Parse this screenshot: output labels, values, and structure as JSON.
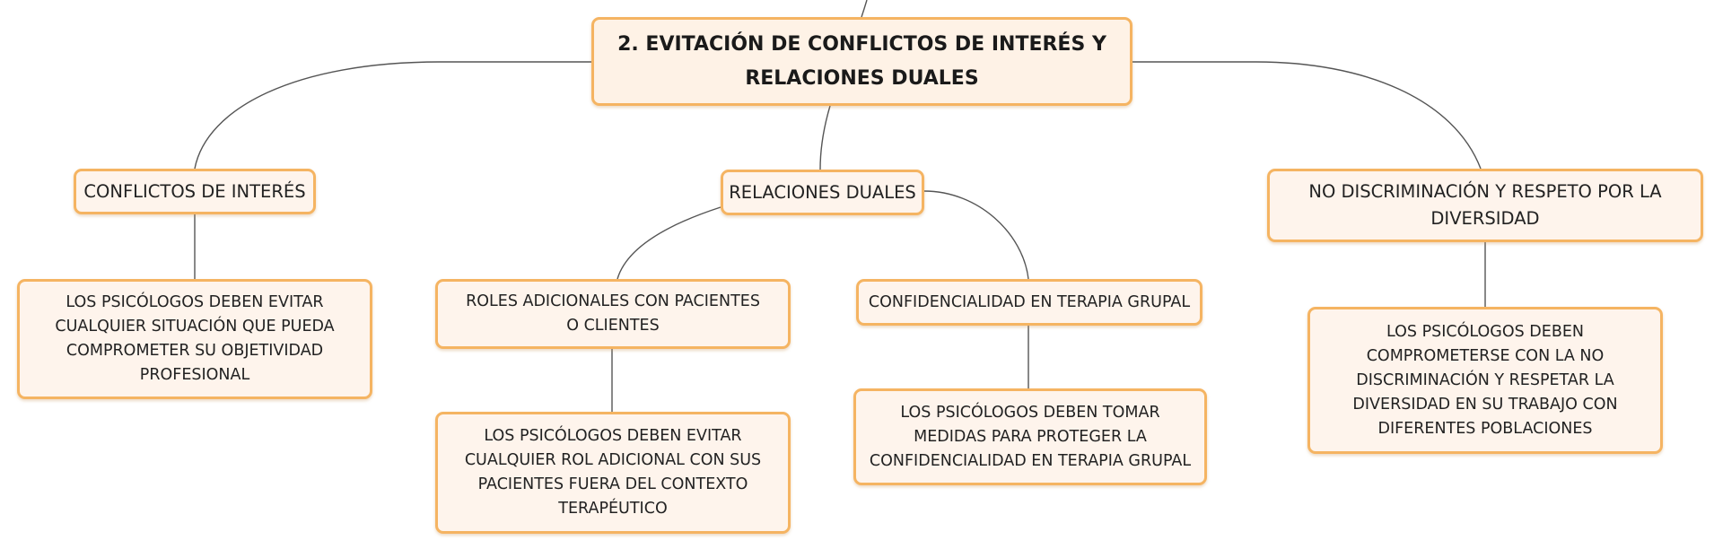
{
  "colors": {
    "node_fill": "#fef4ec",
    "node_border": "#f5b462",
    "connector": "#555555",
    "text": "#222222"
  },
  "root": {
    "title": "2. EVITACIÓN DE CONFLICTOS DE INTERÉS Y RELACIONES DUALES"
  },
  "branches": {
    "conflicts": {
      "label": "CONFLICTOS DE INTERÉS",
      "detail": "LOS PSICÓLOGOS DEBEN EVITAR CUALQUIER SITUACIÓN QUE PUEDA COMPROMETER SU OBJETIVIDAD PROFESIONAL"
    },
    "dual": {
      "label": "RELACIONES DUALES",
      "roles": {
        "label": "ROLES ADICIONALES CON PACIENTES O CLIENTES",
        "detail": "LOS PSICÓLOGOS DEBEN EVITAR CUALQUIER ROL ADICIONAL CON SUS PACIENTES FUERA DEL CONTEXTO TERAPÉUTICO"
      },
      "confidentiality": {
        "label": "CONFIDENCIALIDAD EN TERAPIA GRUPAL",
        "detail": "LOS PSICÓLOGOS DEBEN TOMAR MEDIDAS PARA PROTEGER LA CONFIDENCIALIDAD EN TERAPIA GRUPAL"
      }
    },
    "diversity": {
      "label": "NO DISCRIMINACIÓN Y RESPETO POR LA DIVERSIDAD",
      "detail": "LOS PSICÓLOGOS DEBEN COMPROMETERSE CON LA NO DISCRIMINACIÓN Y RESPETAR LA DIVERSIDAD EN SU TRABAJO CON DIFERENTES POBLACIONES"
    }
  }
}
